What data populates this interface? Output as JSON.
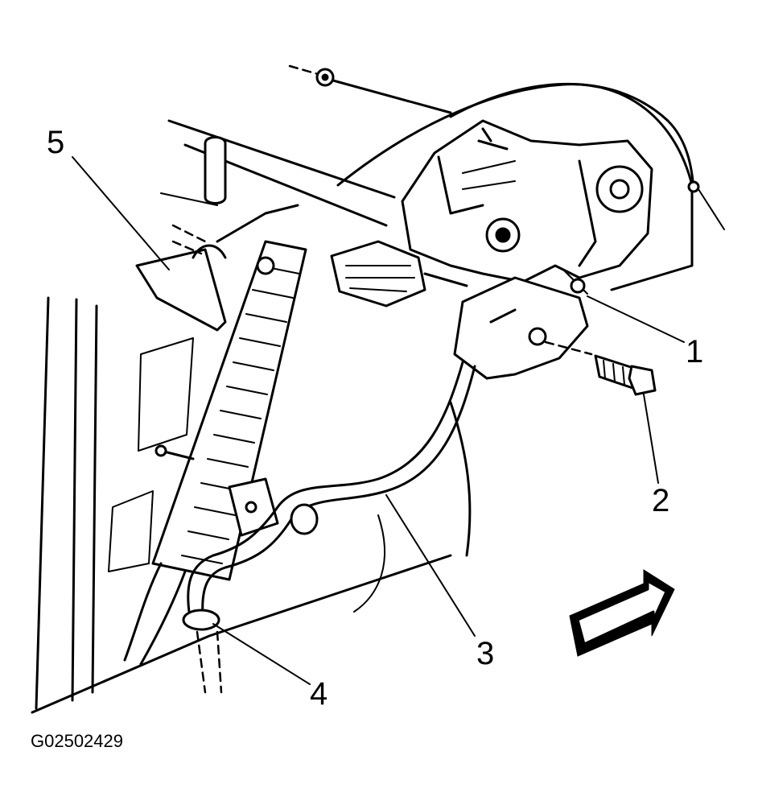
{
  "figure_id": "G02502429",
  "callouts": [
    {
      "id": "1",
      "label": "1"
    },
    {
      "id": "2",
      "label": "2"
    },
    {
      "id": "3",
      "label": "3"
    },
    {
      "id": "4",
      "label": "4"
    },
    {
      "id": "5",
      "label": "5"
    }
  ],
  "colors": {
    "ink": "#000000",
    "paper": "#ffffff"
  }
}
